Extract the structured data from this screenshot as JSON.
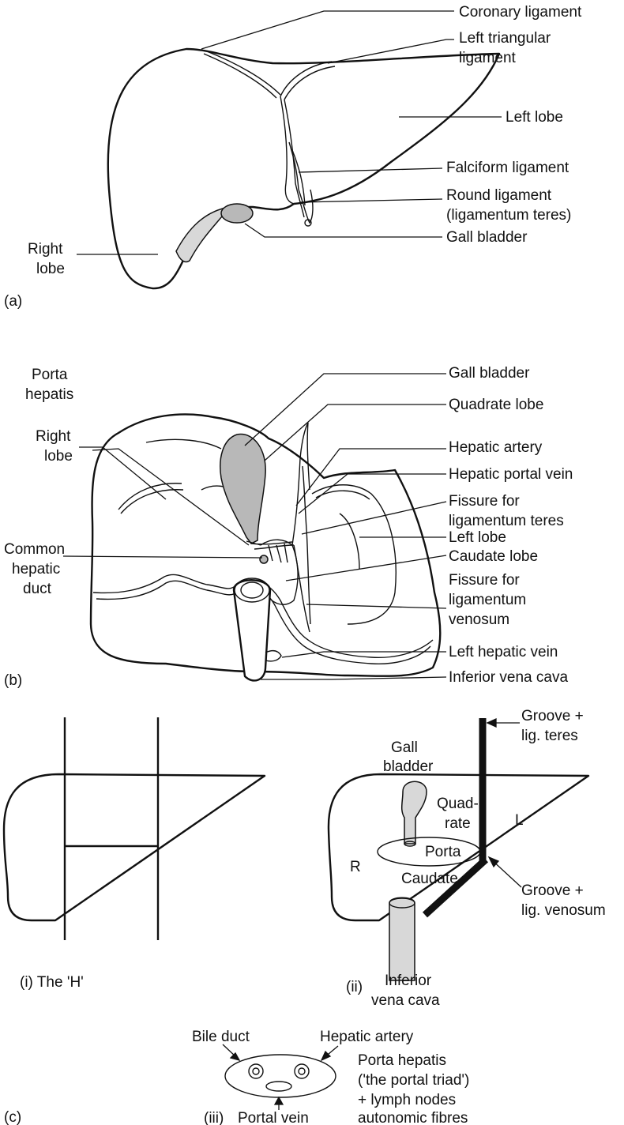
{
  "panel_a": {
    "tag": "(a)",
    "labels": {
      "coronary": "Coronary ligament",
      "left_triangular_1": "Left triangular",
      "left_triangular_2": "ligament",
      "left_lobe": "Left lobe",
      "falciform": "Falciform ligament",
      "round_1": "Round ligament",
      "round_2": "(ligamentum teres)",
      "gall_bladder": "Gall bladder",
      "right_lobe_1": "Right",
      "right_lobe_2": "lobe"
    }
  },
  "panel_b": {
    "tag": "(b)",
    "labels": {
      "gall_bladder": "Gall bladder",
      "quadrate_lobe": "Quadrate lobe",
      "hepatic_artery": "Hepatic artery",
      "hepatic_portal_vein": "Hepatic portal vein",
      "fissure_teres_1": "Fissure for",
      "fissure_teres_2": "ligamentum teres",
      "left_lobe": "Left lobe",
      "caudate_lobe": "Caudate lobe",
      "fissure_venosum_1": "Fissure for",
      "fissure_venosum_2": "ligamentum",
      "fissure_venosum_3": "venosum",
      "left_hepatic_vein": "Left hepatic vein",
      "ivc": "Inferior vena cava",
      "porta_1": "Porta",
      "porta_2": "hepatis",
      "right_lobe_1": "Right",
      "right_lobe_2": "lobe",
      "chd_1": "Common",
      "chd_2": "hepatic",
      "chd_3": "duct"
    }
  },
  "panel_c": {
    "tag": "(c)",
    "sub_i": "(i) The 'H'",
    "sub_ii": "(ii)",
    "sub_iii": "(iii)",
    "labels_ii": {
      "gall_1": "Gall",
      "gall_2": "bladder",
      "quad_1": "Quad-",
      "quad_2": "rate",
      "porta": "Porta",
      "caudate": "Caudate",
      "r": "R",
      "l": "L",
      "groove_teres_1": "Groove +",
      "groove_teres_2": "lig. teres",
      "groove_venosum_1": "Groove +",
      "groove_venosum_2": "lig. venosum",
      "ivc_1": "Inferior",
      "ivc_2": "vena cava"
    },
    "labels_iii": {
      "bile_duct": "Bile duct",
      "hepatic_artery": "Hepatic artery",
      "portal_vein": "Portal vein",
      "porta_1": "Porta hepatis",
      "porta_2": "('the portal triad')",
      "porta_3": "+ lymph nodes",
      "porta_4": "autonomic fibres"
    }
  }
}
